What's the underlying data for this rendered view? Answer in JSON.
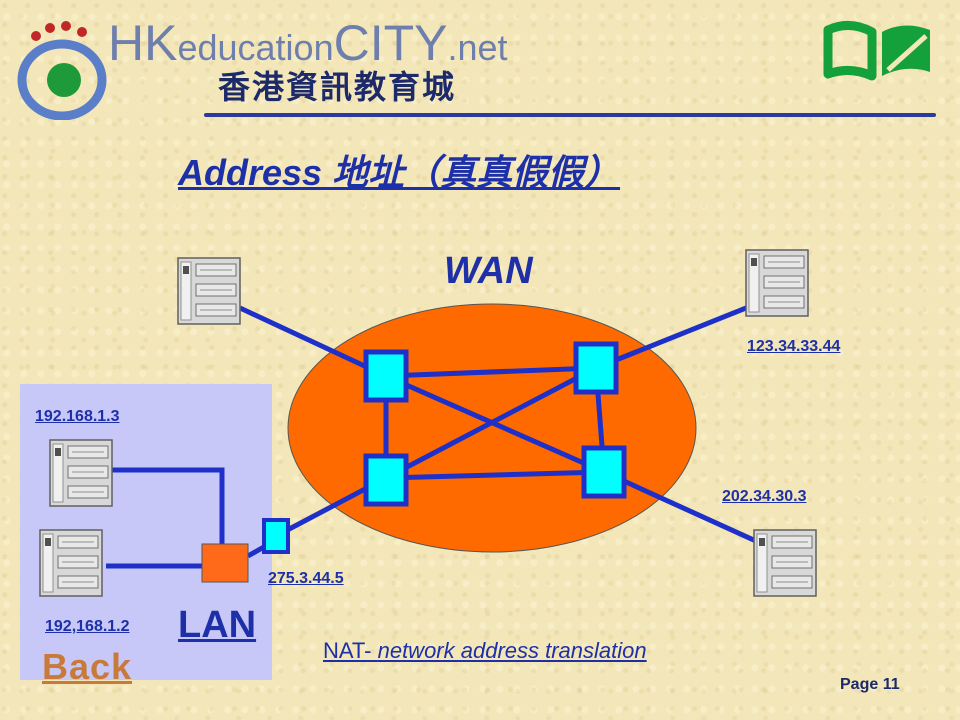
{
  "logo": {
    "hk": "HK",
    "education": "education",
    "city": "CITY",
    "net": ".net",
    "chinese": "香港資訊教育城"
  },
  "title": "Address 地址（真真假假）",
  "labels": {
    "wan": "WAN",
    "lan": "LAN",
    "back": "Back",
    "nat_prefix": "NAT- ",
    "nat_text": "network address translation",
    "page": "Page 11"
  },
  "addresses": {
    "wan_server_top_right": "123.34.33.44",
    "wan_server_bottom_right": "202.34.30.3",
    "lan_pc_top": "192.168.1.3",
    "lan_pc_bottom": "192,168.1.2",
    "nat_router": "275.3.44.5"
  },
  "colors": {
    "wan_cloud": "#ff6a00",
    "lan_area": "#c8c8f8",
    "router": "#00ffff",
    "link": "#1e30c8",
    "nat_device": "#ff6a1a"
  }
}
